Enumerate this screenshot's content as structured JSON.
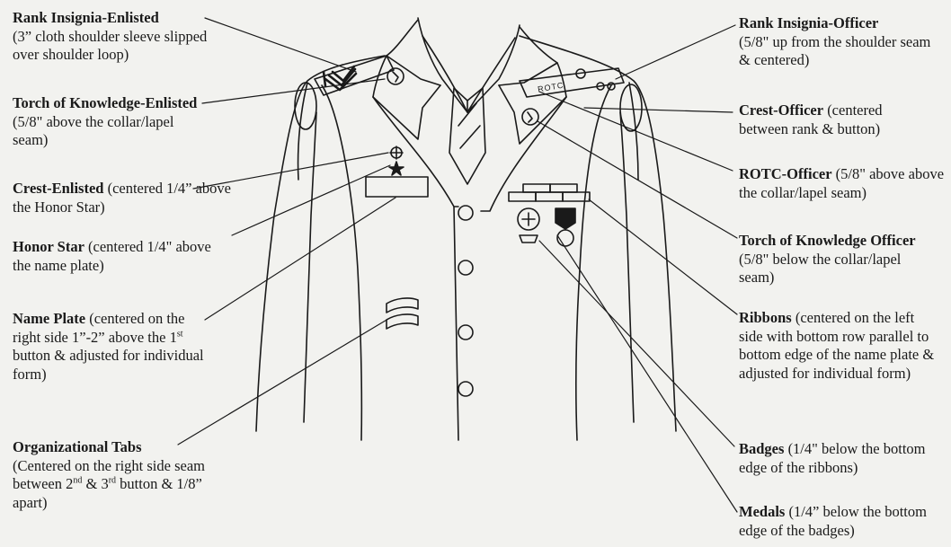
{
  "labels": {
    "rank_enlisted": {
      "title": "Rank Insignia-Enlisted",
      "desc": "(3” cloth shoulder sleeve slipped over shoulder loop)"
    },
    "torch_enlisted": {
      "title": "Torch of Knowledge-Enlisted",
      "desc": "(5/8\" above the collar/lapel seam)"
    },
    "crest_enlisted": {
      "title": "Crest-Enlisted",
      "desc": "(centered 1/4” above the Honor Star)"
    },
    "honor_star": {
      "title": "Honor Star",
      "desc": "(centered 1/4\" above the name plate)"
    },
    "name_plate": {
      "title": "Name Plate",
      "desc_a": "(centered on the right side 1”-2” above the 1",
      "desc_sup": "st",
      "desc_b": " button & adjusted for individual form)"
    },
    "org_tabs": {
      "title": "Organizational Tabs",
      "desc_a": "(Centered on the right side seam between 2",
      "sup1": "nd",
      "desc_b": " & 3",
      "sup2": "rd",
      "desc_c": " button & 1/8” apart)"
    },
    "rank_officer": {
      "title": "Rank Insignia-Officer",
      "desc": "(5/8\" up from the shoulder seam & centered)"
    },
    "crest_officer": {
      "title": "Crest-Officer",
      "desc": "(centered between rank & button)"
    },
    "rotc_officer": {
      "title": "ROTC-Officer",
      "desc": "(5/8\" above above the collar/lapel seam)"
    },
    "torch_officer": {
      "title": "Torch of Knowledge Officer",
      "desc": "(5/8\" below the collar/lapel seam)"
    },
    "ribbons": {
      "title": "Ribbons",
      "desc": "(centered on the left side with bottom row parallel to bottom edge of the name plate & adjusted for individual form)"
    },
    "badges": {
      "title": "Badges",
      "desc": "(1/4\" below the bottom edge of the ribbons)"
    },
    "medals": {
      "title": "Medals",
      "desc": "(1/4” below the bottom edge of the badges)"
    }
  },
  "insignia_text": {
    "rotc": "ROTC"
  }
}
